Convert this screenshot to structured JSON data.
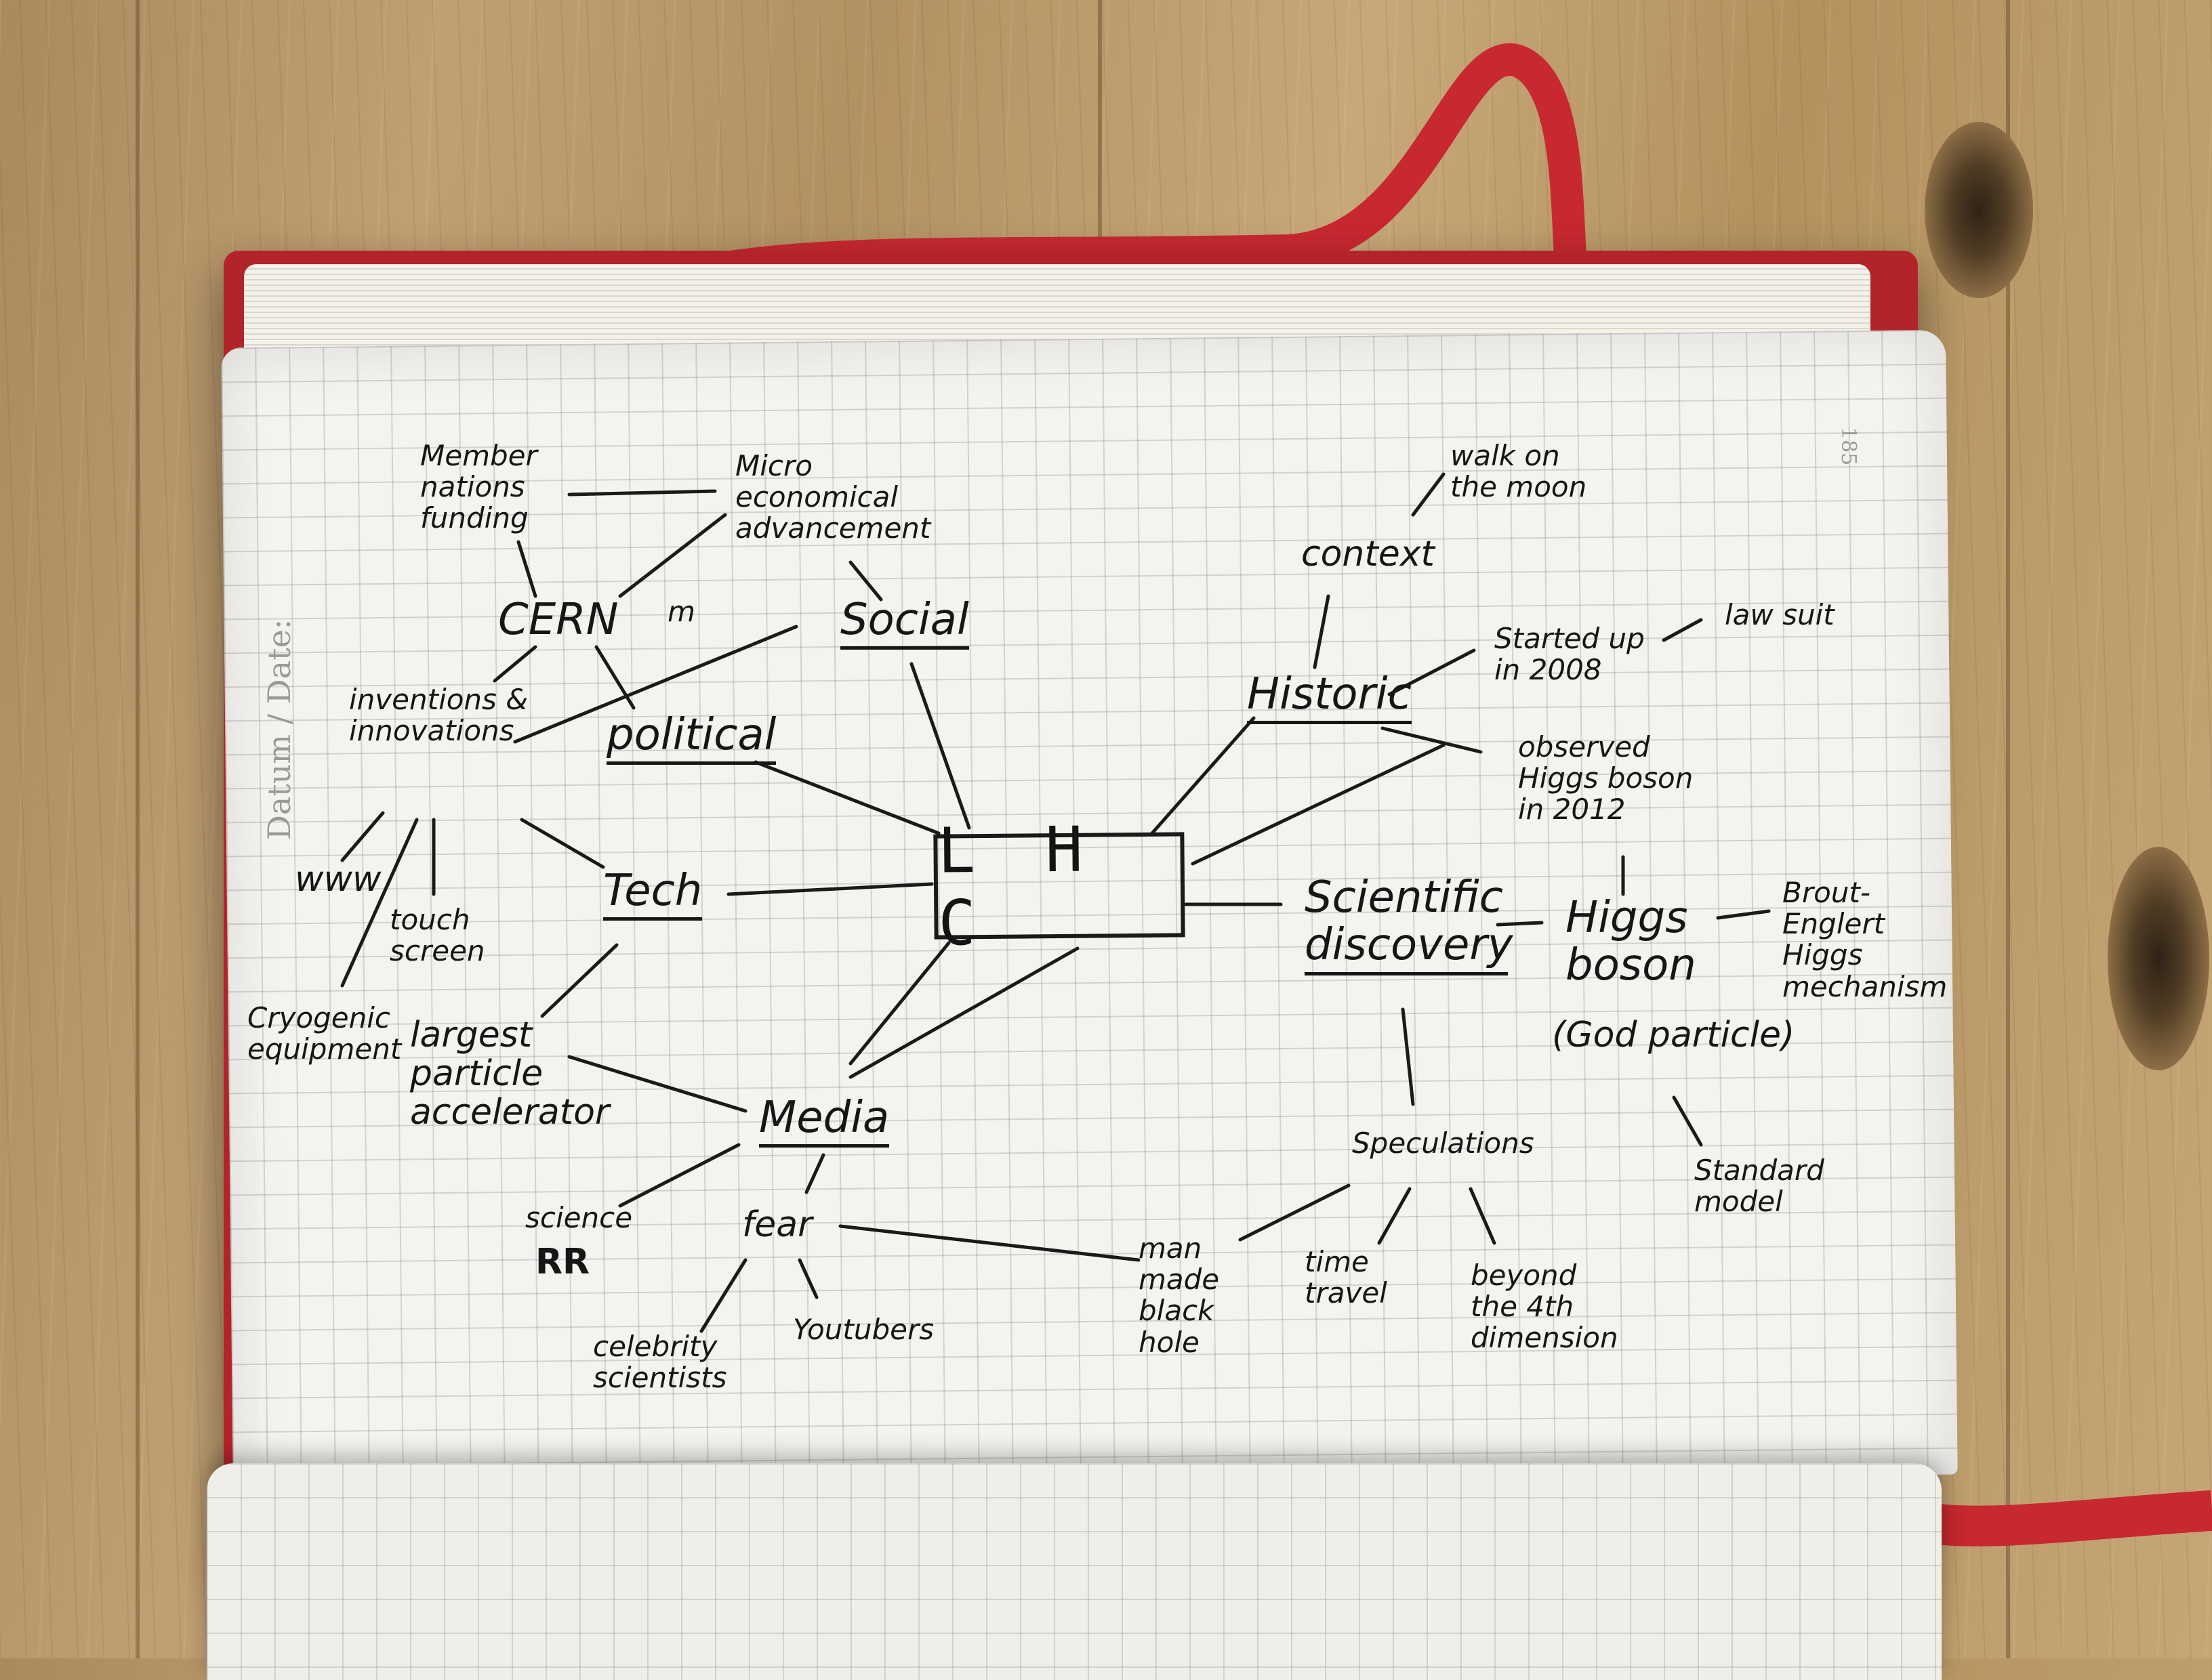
{
  "diagram": {
    "center": "L H C",
    "side_label": "Datum / Date:",
    "page_number": "185",
    "nodes": {
      "social": "Social",
      "political": "political",
      "tech": "Tech",
      "media": "Media",
      "historic": "Historic",
      "scientific": "Scientific discovery",
      "cern": "CERN",
      "cern_mark": "m",
      "member": "Member nations funding",
      "micro": "Micro economical advancement",
      "inventions": "inventions & innovations",
      "www": "www",
      "touch": "touch screen",
      "cryogenic": "Cryogenic equipment",
      "largest": "largest particle accelerator",
      "science": "science",
      "rr": "RR",
      "fear": "fear",
      "celebrity": "celebrity scientists",
      "youtubers": "Youtubers",
      "context": "context",
      "moon": "walk on the moon",
      "started": "Started up in 2008",
      "lawsuit": "law suit",
      "observed": "observed Higgs boson in 2012",
      "higgs": "Higgs boson",
      "god": "(God particle)",
      "brout": "Brout-Englert Higgs mechanism",
      "standard": "Standard model",
      "speculations": "Speculations",
      "blackhole": "man made black hole",
      "time": "time travel",
      "beyond": "beyond the 4th dimension"
    }
  }
}
